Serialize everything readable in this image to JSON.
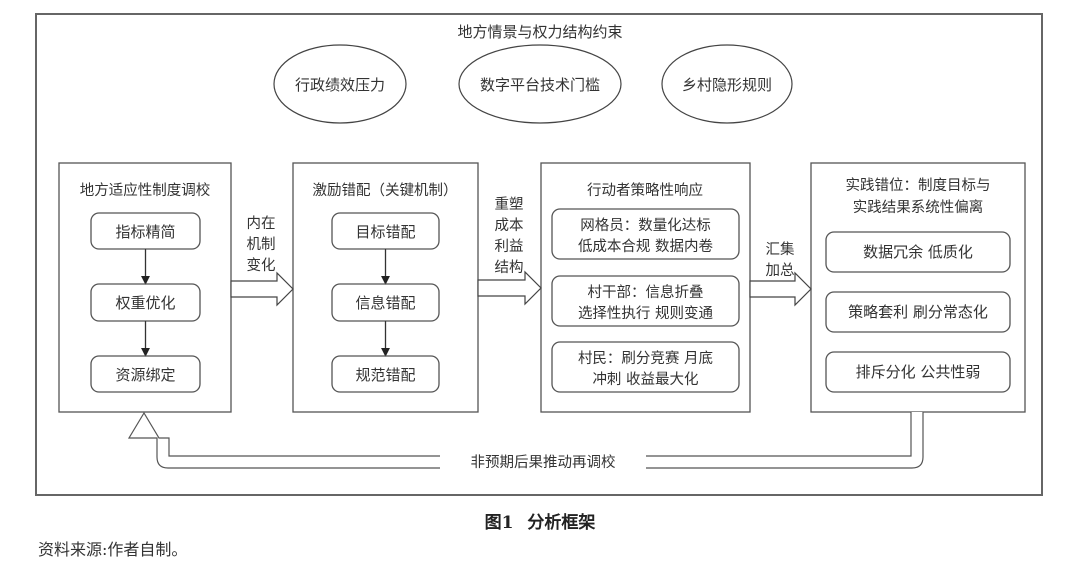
{
  "diagram": {
    "context": {
      "title": "地方情景与权力结构约束",
      "factors": [
        "行政绩效压力",
        "数字平台技术门槛",
        "乡村隐形规则"
      ]
    },
    "stages": [
      {
        "title": [
          "地方适应性制度调校"
        ],
        "items": [
          [
            "指标精简"
          ],
          [
            "权重优化"
          ],
          [
            "资源绑定"
          ]
        ],
        "item_flow": "sequential"
      },
      {
        "title": [
          "激励错配（关键机制）"
        ],
        "items": [
          [
            "目标错配"
          ],
          [
            "信息错配"
          ],
          [
            "规范错配"
          ]
        ],
        "item_flow": "sequential"
      },
      {
        "title": [
          "行动者策略性响应"
        ],
        "items": [
          [
            "网格员：数量化达标",
            "低成本合规 数据内卷"
          ],
          [
            "村干部：信息折叠",
            "选择性执行 规则变通"
          ],
          [
            "村民：刷分竞赛 月底",
            "冲刺 收益最大化"
          ]
        ],
        "item_flow": "parallel"
      },
      {
        "title": [
          "实践错位：制度目标与",
          "实践结果系统性偏离"
        ],
        "items": [
          [
            "数据冗余 低质化"
          ],
          [
            "策略套利 刷分常态化"
          ],
          [
            "排斥分化 公共性弱"
          ]
        ],
        "item_flow": "parallel"
      }
    ],
    "connectors": [
      {
        "from": 0,
        "to": 1,
        "label": [
          "内在",
          "机制",
          "变化"
        ]
      },
      {
        "from": 1,
        "to": 2,
        "label": [
          "重塑",
          "成本",
          "利益",
          "结构"
        ]
      },
      {
        "from": 2,
        "to": 3,
        "label": [
          "汇集",
          "加总"
        ]
      }
    ],
    "feedback": {
      "from": 3,
      "to": 0,
      "label": "非预期后果推动再调校"
    }
  },
  "caption": {
    "number": "图1",
    "title": "分析框架"
  },
  "source_note": "资料来源:作者自制。",
  "colors": {
    "stroke": "#555555",
    "text": "#333333",
    "background": "#ffffff"
  }
}
